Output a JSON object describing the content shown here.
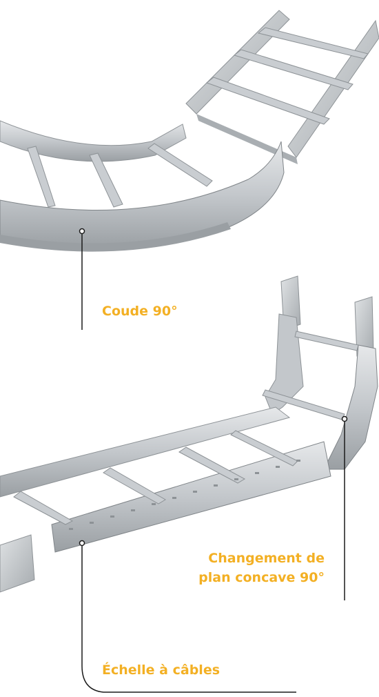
{
  "labels": {
    "coude": "Coude 90°",
    "changement_line1": "Changement de",
    "changement_line2": "plan concave 90°",
    "echelle": "Échelle à câbles"
  },
  "colors": {
    "label_text": "#f3b024",
    "leader_line": "#1a1a1a",
    "metal_light": "#d9dcdf",
    "metal_mid": "#b4b8bc",
    "metal_dark": "#8d9296"
  }
}
